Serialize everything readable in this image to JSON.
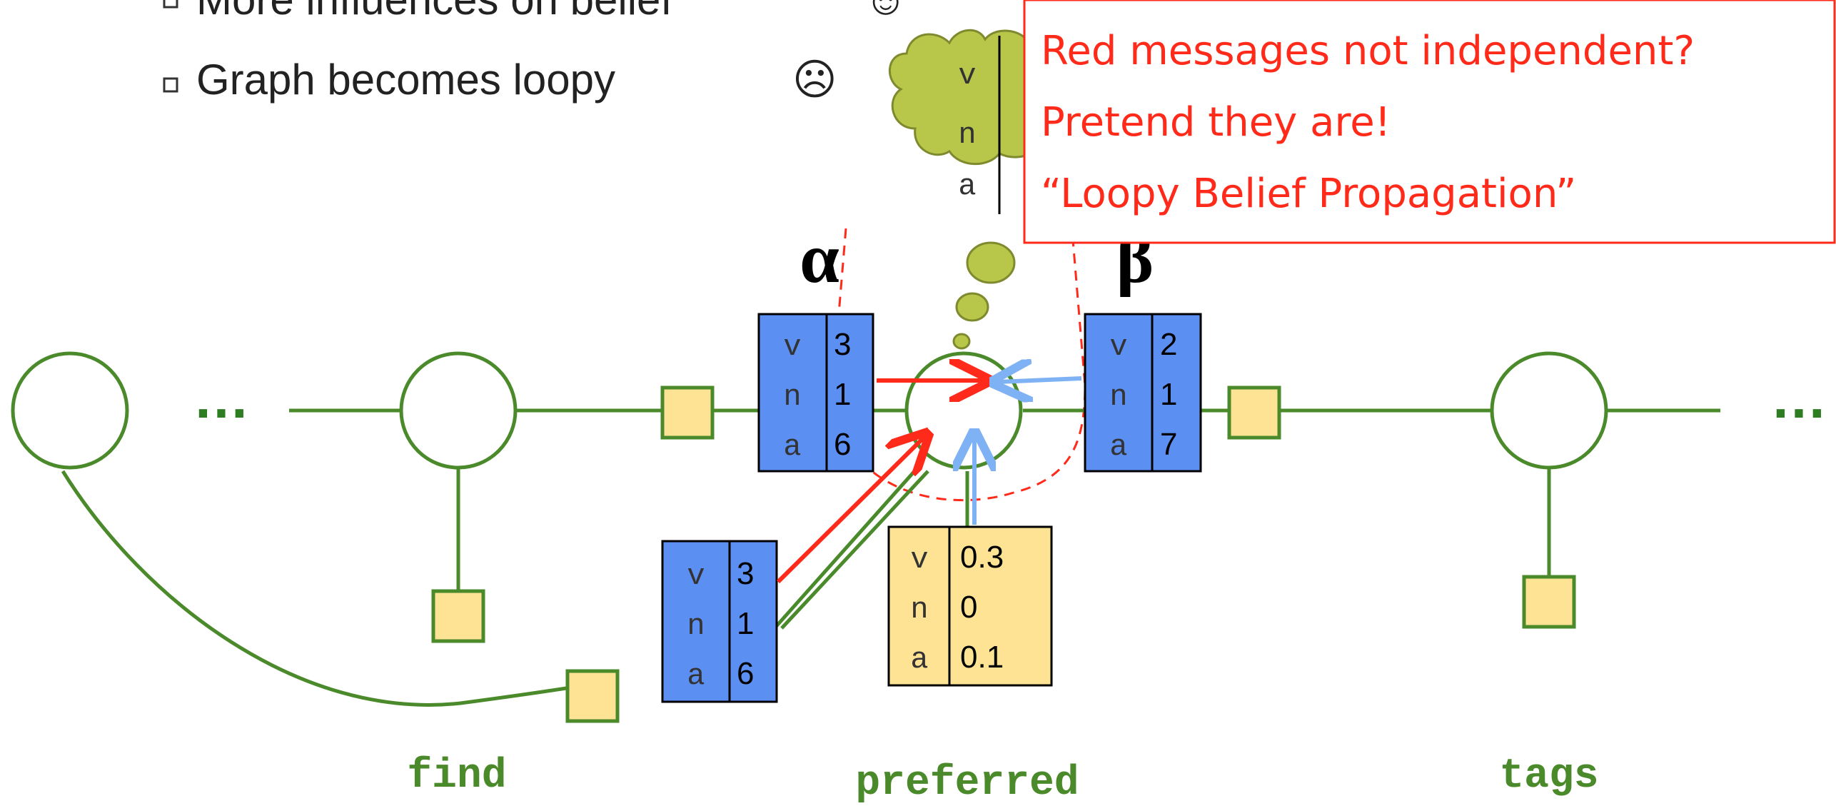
{
  "bullets": [
    {
      "text": "More influences on belief",
      "emoji": "☺"
    },
    {
      "text": "Graph becomes loopy",
      "emoji": "☹"
    }
  ],
  "callout": {
    "lines": [
      "Red messages not independent?",
      "Pretend they are!",
      "“Loopy Belief Propagation”"
    ]
  },
  "greek": {
    "left": "α",
    "right": "β"
  },
  "ellipsis": "…",
  "words": {
    "find": "find",
    "preferred": "preferred",
    "tags": "tags"
  },
  "thought_table": {
    "labels": [
      "v",
      "n",
      "a"
    ]
  },
  "msg_alpha": {
    "labels": [
      "v",
      "n",
      "a"
    ],
    "values": [
      "3",
      "1",
      "6"
    ]
  },
  "msg_beta": {
    "labels": [
      "v",
      "n",
      "a"
    ],
    "values": [
      "2",
      "1",
      "7"
    ]
  },
  "msg_loop": {
    "labels": [
      "v",
      "n",
      "a"
    ],
    "values": [
      "3",
      "1",
      "6"
    ]
  },
  "unary_factor": {
    "labels": [
      "v",
      "n",
      "a"
    ],
    "values": [
      "0.3",
      "0",
      "0.1"
    ]
  },
  "colors": {
    "graph_green": "#4a8a2a",
    "message_blue": "#5b8ff2",
    "factor_yellow": "#fde393",
    "red_arrow": "#ff2a1a",
    "blue_arrow": "#7fb2f5",
    "thought_cloud": "#b8c74a"
  }
}
